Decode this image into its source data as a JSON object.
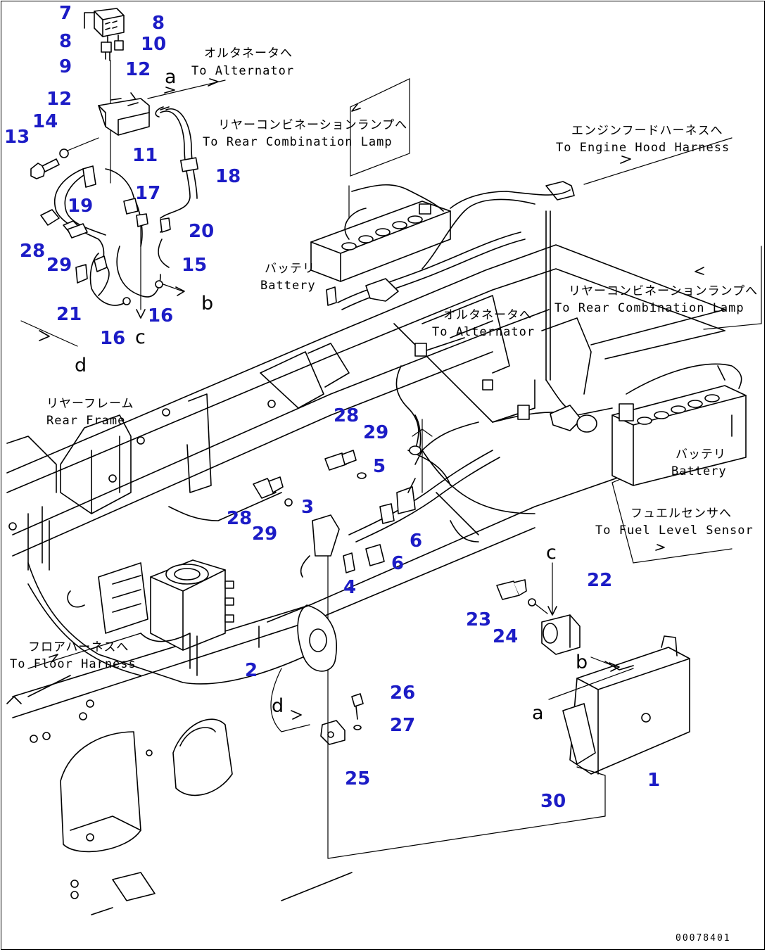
{
  "labels": {
    "alt_top_jp": "オルタネータへ",
    "alt_top_en": "To Alternator",
    "rcl_top_jp": "リヤーコンビネーションランプへ",
    "rcl_top_en": "To Rear Combination Lamp",
    "ehh_jp": "エンジンフードハーネスへ",
    "ehh_en": "To Engine Hood Harness",
    "bat_left_jp": "バッテリ",
    "bat_left_en": "Battery",
    "rcl_right_jp": "リヤーコンビネーションランプへ",
    "rcl_right_en": "To Rear Combination Lamp",
    "alt_mid_jp": "オルタネータへ",
    "alt_mid_en": "To Alternator",
    "rear_frame_jp": "リヤーフレーム",
    "rear_frame_en": "Rear Frame",
    "bat_right_jp": "バッテリ",
    "bat_right_en": "Battery",
    "fuel_jp": "フュエルセンサへ",
    "fuel_en": "To Fuel Level Sensor",
    "floor_jp": "フロアハーネスへ",
    "floor_en": "To Floor Harness"
  },
  "letters": {
    "a_top": "a",
    "b_top": "b",
    "c_top": "c",
    "d_top": "d",
    "c_mid": "c",
    "b_mid": "b",
    "a_mid": "a",
    "d_mid": "d"
  },
  "parts": [
    {
      "id": "p7",
      "text": "7"
    },
    {
      "id": "p8a",
      "text": "8"
    },
    {
      "id": "p8b",
      "text": "8"
    },
    {
      "id": "p9",
      "text": "9"
    },
    {
      "id": "p10",
      "text": "10"
    },
    {
      "id": "p12a",
      "text": "12"
    },
    {
      "id": "p12b",
      "text": "12"
    },
    {
      "id": "p13",
      "text": "13"
    },
    {
      "id": "p14",
      "text": "14"
    },
    {
      "id": "p11",
      "text": "11"
    },
    {
      "id": "p18",
      "text": "18"
    },
    {
      "id": "p17",
      "text": "17"
    },
    {
      "id": "p19",
      "text": "19"
    },
    {
      "id": "p20",
      "text": "20"
    },
    {
      "id": "p28a",
      "text": "28"
    },
    {
      "id": "p29a",
      "text": "29"
    },
    {
      "id": "p15",
      "text": "15"
    },
    {
      "id": "p21",
      "text": "21"
    },
    {
      "id": "p16a",
      "text": "16"
    },
    {
      "id": "p16b",
      "text": "16"
    },
    {
      "id": "p28b",
      "text": "28"
    },
    {
      "id": "p29b",
      "text": "29"
    },
    {
      "id": "p5",
      "text": "5"
    },
    {
      "id": "p3",
      "text": "3"
    },
    {
      "id": "p28c",
      "text": "28"
    },
    {
      "id": "p29c",
      "text": "29"
    },
    {
      "id": "p6a",
      "text": "6"
    },
    {
      "id": "p6b",
      "text": "6"
    },
    {
      "id": "p4",
      "text": "4"
    },
    {
      "id": "p22",
      "text": "22"
    },
    {
      "id": "p23",
      "text": "23"
    },
    {
      "id": "p24",
      "text": "24"
    },
    {
      "id": "p2",
      "text": "2"
    },
    {
      "id": "p26",
      "text": "26"
    },
    {
      "id": "p27",
      "text": "27"
    },
    {
      "id": "p25",
      "text": "25"
    },
    {
      "id": "p1",
      "text": "1"
    },
    {
      "id": "p30",
      "text": "30"
    }
  ],
  "drawing_code": "00078401"
}
